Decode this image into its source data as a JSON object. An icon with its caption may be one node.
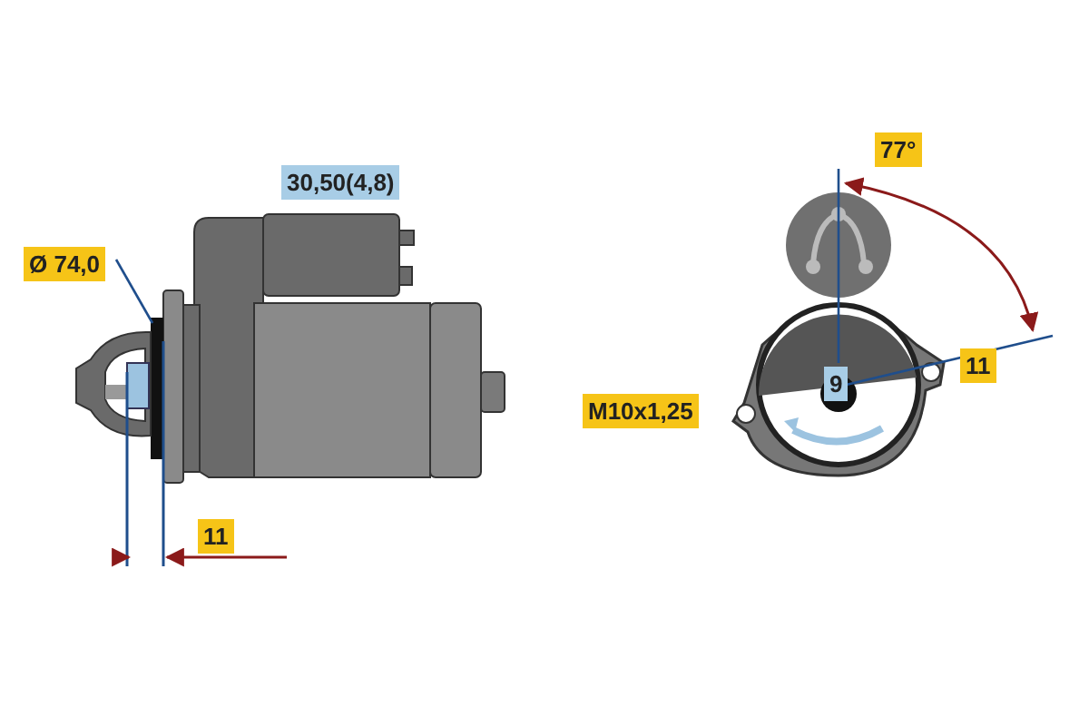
{
  "diagram": {
    "labels": [
      "30,50(4,8)",
      "77°",
      "Ø 74,0",
      "11",
      "9",
      "M10x1,25",
      "11"
    ]
  }
}
